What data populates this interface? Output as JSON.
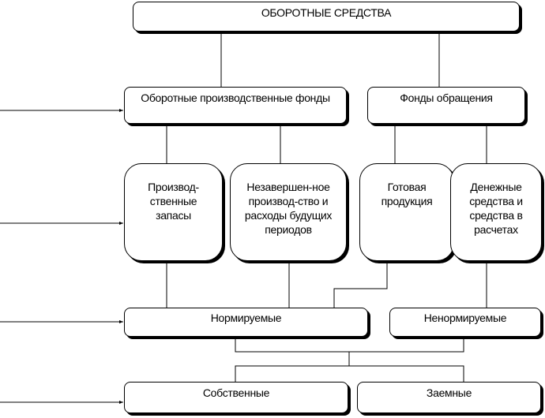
{
  "title": "ОБОРОТНЫЕ СРЕДСТВА",
  "level1": [
    {
      "label": "Оборотные производственные фонды"
    },
    {
      "label": "Фонды обращения"
    }
  ],
  "level2": [
    {
      "label": "Производ-ственные запасы"
    },
    {
      "label": "Незавершен-ное производ-ство и расходы будущих периодов"
    },
    {
      "label": "Готовая продукция"
    },
    {
      "label": "Денежные средства и средства в расчетах"
    }
  ],
  "level3": [
    {
      "label": "Нормируемые"
    },
    {
      "label": "Ненормируемые"
    }
  ],
  "level4": [
    {
      "label": "Собственные"
    },
    {
      "label": "Заемные"
    }
  ]
}
